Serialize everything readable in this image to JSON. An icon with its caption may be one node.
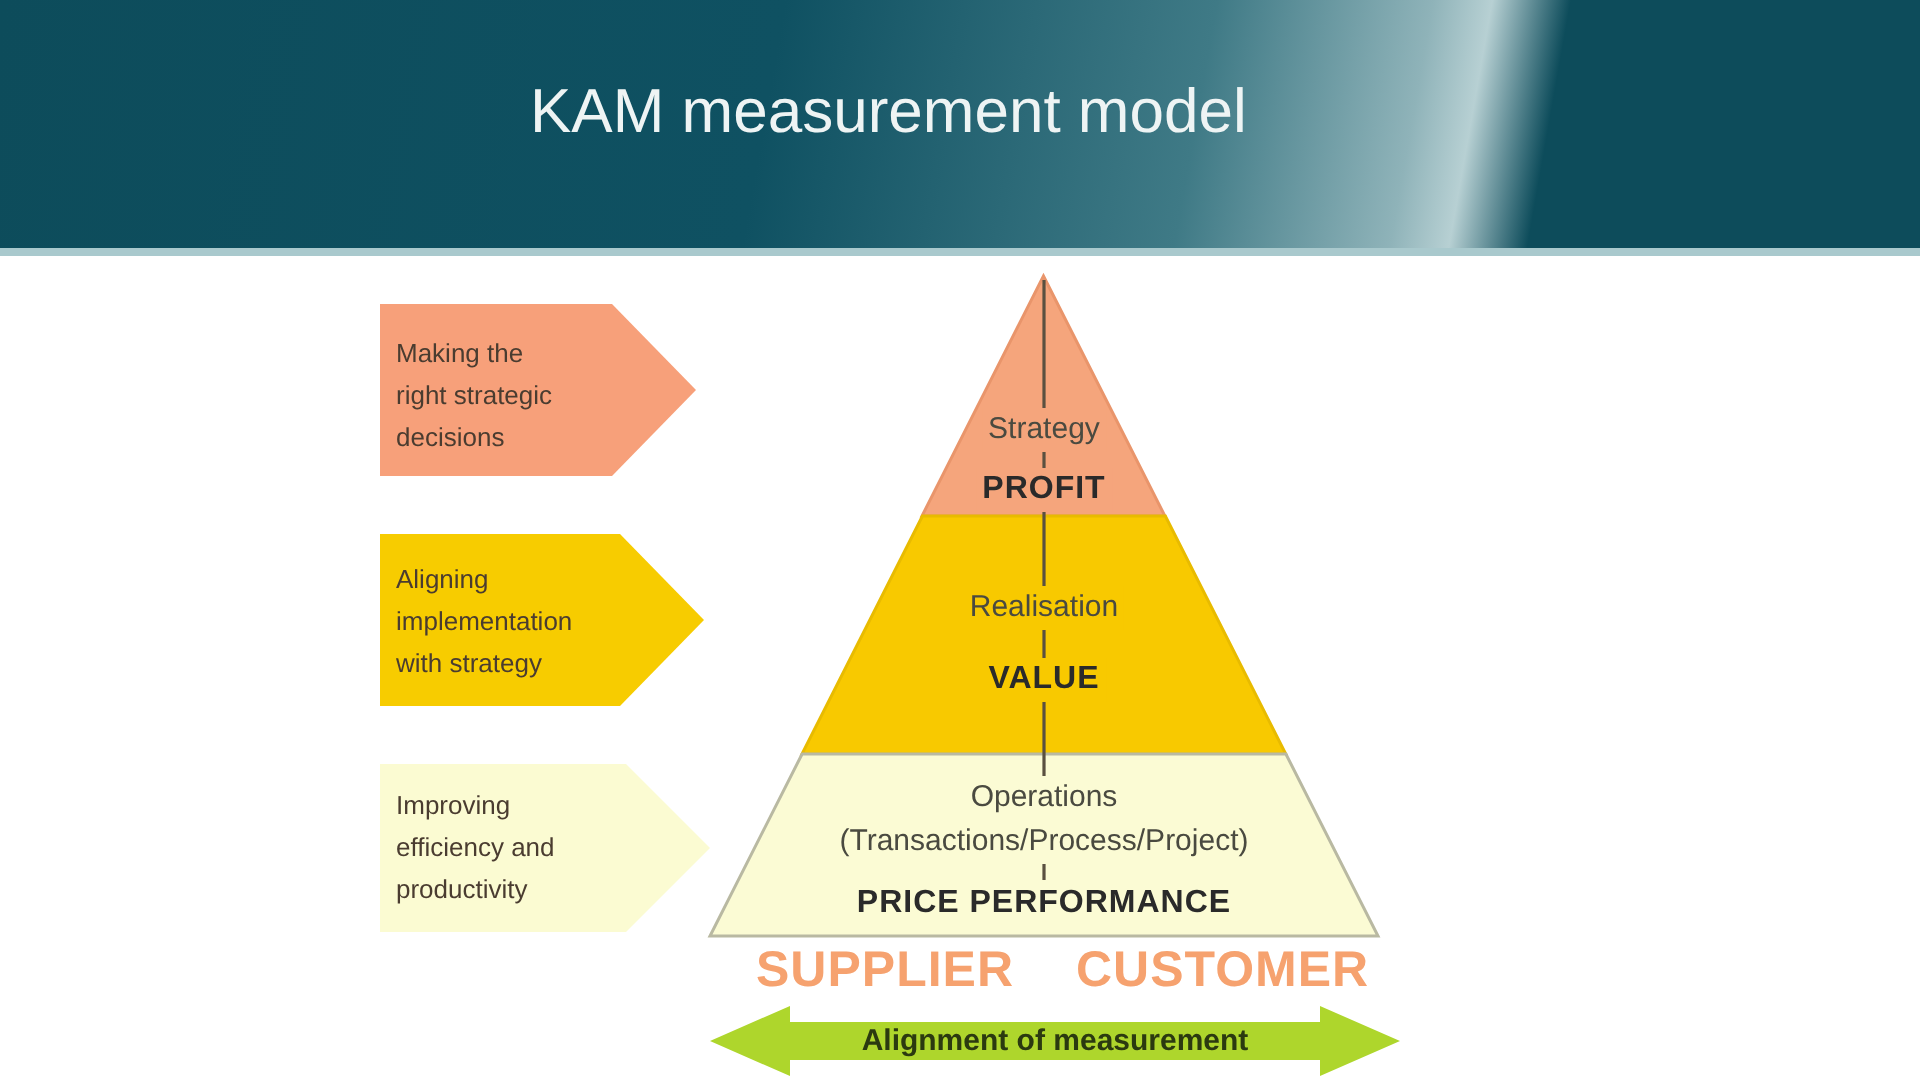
{
  "diagram": {
    "title": "KAM measurement model",
    "nodes": [
      {
        "text": [
          "Making the right strategic decisions"
        ]
      },
      {
        "text": [
          "Aligning implementation with strategy"
        ]
      },
      {
        "text": [
          "Improving efficiency and productivity"
        ]
      },
      {
        "text": [
          "Strategy",
          "PROFIT"
        ]
      },
      {
        "text": [
          "Realisation",
          "VALUE"
        ]
      },
      {
        "text": [
          "Operations (Transactions/Process/Project)",
          "PRICE PERFORMANCE"
        ]
      },
      {
        "text": [
          "Alignment of measurement"
        ]
      }
    ],
    "labels": [
      "SUPPLIER",
      "CUSTOMER"
    ]
  }
}
